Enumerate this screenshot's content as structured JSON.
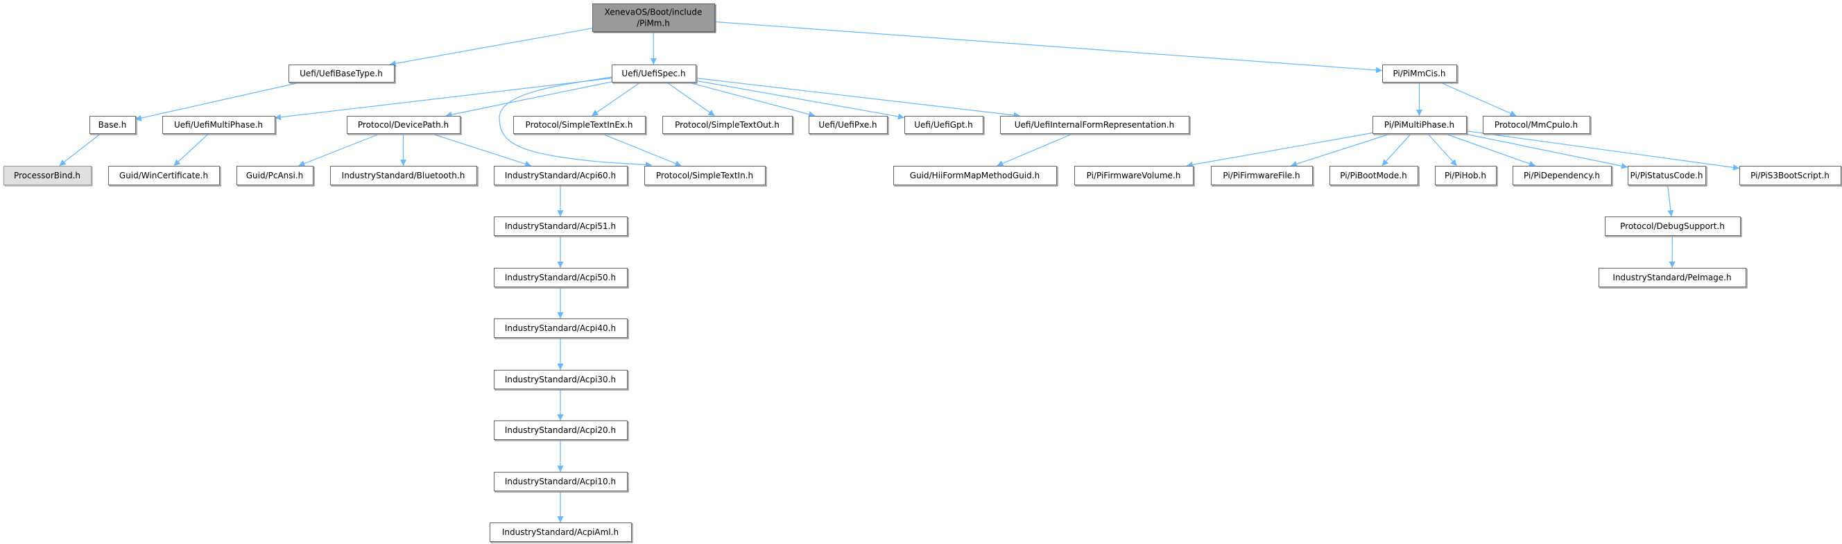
{
  "graph": {
    "edge_color": "#63b8ff",
    "nodes": {
      "root": {
        "label": [
          "XenevaOS/Boot/include",
          "/PiMm.h"
        ]
      },
      "basetype": {
        "label": [
          "Uefi/UefiBaseType.h"
        ]
      },
      "spec": {
        "label": [
          "Uefi/UefiSpec.h"
        ]
      },
      "mmcis": {
        "label": [
          "Pi/PiMmCis.h"
        ]
      },
      "base": {
        "label": [
          "Base.h"
        ]
      },
      "umphase": {
        "label": [
          "Uefi/UefiMultiPhase.h"
        ]
      },
      "devpath": {
        "label": [
          "Protocol/DevicePath.h"
        ]
      },
      "stinex": {
        "label": [
          "Protocol/SimpleTextInEx.h"
        ]
      },
      "stout": {
        "label": [
          "Protocol/SimpleTextOut.h"
        ]
      },
      "pxe": {
        "label": [
          "Uefi/UefiPxe.h"
        ]
      },
      "gpt": {
        "label": [
          "Uefi/UefiGpt.h"
        ]
      },
      "iform": {
        "label": [
          "Uefi/UefiInternalFormRepresentation.h"
        ]
      },
      "pimphase": {
        "label": [
          "Pi/PiMultiPhase.h"
        ]
      },
      "mmcpuio": {
        "label": [
          "Protocol/MmCpuIo.h"
        ]
      },
      "pbind": {
        "label": [
          "ProcessorBind.h"
        ]
      },
      "wincert": {
        "label": [
          "Guid/WinCertificate.h"
        ]
      },
      "pcansi": {
        "label": [
          "Guid/PcAnsi.h"
        ]
      },
      "bt": {
        "label": [
          "IndustryStandard/Bluetooth.h"
        ]
      },
      "acpi60": {
        "label": [
          "IndustryStandard/Acpi60.h"
        ]
      },
      "stin": {
        "label": [
          "Protocol/SimpleTextIn.h"
        ]
      },
      "hii": {
        "label": [
          "Guid/HiiFormMapMethodGuid.h"
        ]
      },
      "fv": {
        "label": [
          "Pi/PiFirmwareVolume.h"
        ]
      },
      "ff": {
        "label": [
          "Pi/PiFirmwareFile.h"
        ]
      },
      "bm": {
        "label": [
          "Pi/PiBootMode.h"
        ]
      },
      "hob": {
        "label": [
          "Pi/PiHob.h"
        ]
      },
      "dep": {
        "label": [
          "Pi/PiDependency.h"
        ]
      },
      "sc": {
        "label": [
          "Pi/PiStatusCode.h"
        ]
      },
      "s3": {
        "label": [
          "Pi/PiS3BootScript.h"
        ]
      },
      "acpi51": {
        "label": [
          "IndustryStandard/Acpi51.h"
        ]
      },
      "acpi50": {
        "label": [
          "IndustryStandard/Acpi50.h"
        ]
      },
      "acpi40": {
        "label": [
          "IndustryStandard/Acpi40.h"
        ]
      },
      "acpi30": {
        "label": [
          "IndustryStandard/Acpi30.h"
        ]
      },
      "acpi20": {
        "label": [
          "IndustryStandard/Acpi20.h"
        ]
      },
      "acpi10": {
        "label": [
          "IndustryStandard/Acpi10.h"
        ]
      },
      "aml": {
        "label": [
          "IndustryStandard/AcpiAml.h"
        ]
      },
      "debug": {
        "label": [
          "Protocol/DebugSupport.h"
        ]
      },
      "peimage": {
        "label": [
          "IndustryStandard/PeImage.h"
        ]
      }
    },
    "edges": [
      [
        "root",
        "basetype"
      ],
      [
        "root",
        "spec"
      ],
      [
        "root",
        "mmcis"
      ],
      [
        "basetype",
        "base"
      ],
      [
        "base",
        "pbind"
      ],
      [
        "spec",
        "umphase"
      ],
      [
        "spec",
        "devpath"
      ],
      [
        "spec",
        "stinex"
      ],
      [
        "spec",
        "stout"
      ],
      [
        "spec",
        "pxe"
      ],
      [
        "spec",
        "gpt"
      ],
      [
        "spec",
        "iform"
      ],
      [
        "spec",
        "stin"
      ],
      [
        "umphase",
        "wincert"
      ],
      [
        "devpath",
        "pcansi"
      ],
      [
        "devpath",
        "bt"
      ],
      [
        "devpath",
        "acpi60"
      ],
      [
        "stinex",
        "stin"
      ],
      [
        "iform",
        "hii"
      ],
      [
        "acpi60",
        "acpi51"
      ],
      [
        "acpi51",
        "acpi50"
      ],
      [
        "acpi50",
        "acpi40"
      ],
      [
        "acpi40",
        "acpi30"
      ],
      [
        "acpi30",
        "acpi20"
      ],
      [
        "acpi20",
        "acpi10"
      ],
      [
        "acpi10",
        "aml"
      ],
      [
        "mmcis",
        "pimphase"
      ],
      [
        "mmcis",
        "mmcpuio"
      ],
      [
        "pimphase",
        "fv"
      ],
      [
        "pimphase",
        "ff"
      ],
      [
        "pimphase",
        "bm"
      ],
      [
        "pimphase",
        "hob"
      ],
      [
        "pimphase",
        "dep"
      ],
      [
        "pimphase",
        "sc"
      ],
      [
        "pimphase",
        "s3"
      ],
      [
        "sc",
        "debug"
      ],
      [
        "debug",
        "peimage"
      ]
    ]
  }
}
